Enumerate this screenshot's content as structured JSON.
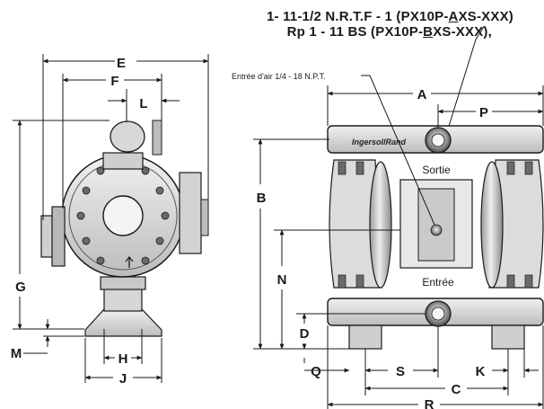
{
  "title": {
    "line1_prefix": "1- 11-1/2 N.R.T.F - 1 (PX10P-",
    "line1_underlined": "A",
    "line1_suffix": "XS-XXX)",
    "line2_prefix": "Rp 1 - 11 BS (PX10P-",
    "line2_underlined": "B",
    "line2_suffix": "XS-XXX),"
  },
  "annotations": {
    "air_inlet": "Entrée d'air 1/4 - 18 N.P.T.",
    "outlet": "Sortie",
    "inlet": "Entrée",
    "brand": "IngersollRand"
  },
  "dimensions": {
    "A": "A",
    "B": "B",
    "C": "C",
    "D": "D",
    "E": "E",
    "F": "F",
    "G": "G",
    "H": "H",
    "J": "J",
    "K": "K",
    "L": "L",
    "M": "M",
    "N": "N",
    "P": "P",
    "Q": "Q",
    "R": "R",
    "S": "S"
  },
  "colors": {
    "line": "#1a1a1a",
    "body_light": "#e6e6e6",
    "body_mid": "#bdbdbd",
    "body_dark": "#7a7a7a",
    "bolt": "#5a5a5a"
  }
}
